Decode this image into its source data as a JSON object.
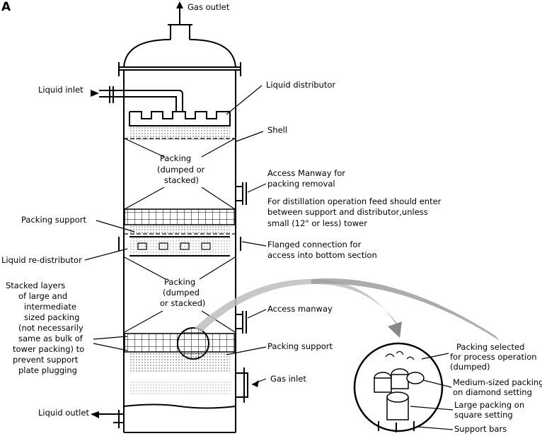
{
  "figure": {
    "panel_letter": "A",
    "labels": {
      "gas_outlet": "Gas outlet",
      "liquid_inlet": "Liquid inlet",
      "liquid_distributor": "Liquid distributor",
      "shell": "Shell",
      "packing_top_1": "Packing",
      "packing_top_2": "(dumped or",
      "packing_top_3": "stacked)",
      "access_manway_removal_1": "Access Manway for",
      "access_manway_removal_2": "packing removal",
      "distillation_note_1": "For distillation operation feed should enter",
      "distillation_note_2": "between support and distributor,unless",
      "distillation_note_3": "small (12\" or less) tower",
      "packing_support_upper": "Packing support",
      "liquid_redistributor": "Liquid re-distributor",
      "flanged_connection_1": "Flanged connection for",
      "flanged_connection_2": "access into bottom section",
      "packing_mid_1": "Packing",
      "packing_mid_2": "(dumped",
      "packing_mid_3": "or stacked)",
      "stacked_layers_1": "Stacked layers",
      "stacked_layers_2": "of large and",
      "stacked_layers_3": "intermediate",
      "stacked_layers_4": "sized packing",
      "stacked_layers_5": "(not necessarily",
      "stacked_layers_6": "same as bulk of",
      "stacked_layers_7": "tower packing) to",
      "stacked_layers_8": "prevent support",
      "stacked_layers_9": "plate plugging",
      "access_manway": "Access manway",
      "packing_support_lower": "Packing support",
      "gas_inlet": "Gas inlet",
      "liquid_outlet": "Liquid outlet",
      "detail_packing_selected_1": "Packing selected",
      "detail_packing_selected_2": "for process operation",
      "detail_packing_selected_3": "(dumped)",
      "detail_medium_1": "Medium-sized packing",
      "detail_medium_2": "on diamond setting",
      "detail_large_1": "Large packing on",
      "detail_large_2": "square setting",
      "detail_support_bars": "Support bars"
    }
  }
}
